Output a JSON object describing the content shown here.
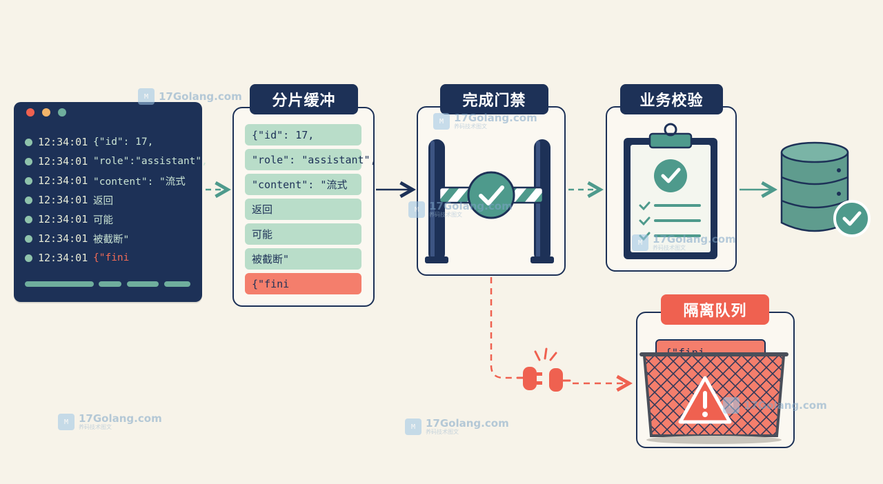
{
  "terminal": {
    "lines": [
      {
        "time": "12:34:01",
        "text": "{\"id\": 17,",
        "error": false
      },
      {
        "time": "12:34:01",
        "text": "\"role\":\"assistant\",",
        "error": false
      },
      {
        "time": "12:34:01",
        "text": "\"content\": \"流式",
        "error": false
      },
      {
        "time": "12:34:01",
        "text": "返回",
        "error": false
      },
      {
        "time": "12:34:01",
        "text": "可能",
        "error": false
      },
      {
        "time": "12:34:01",
        "text": "被截断\"",
        "error": false
      },
      {
        "time": "12:34:01",
        "text": "{\"fini",
        "error": true
      }
    ]
  },
  "stages": {
    "buffer": {
      "title": "分片缓冲"
    },
    "gate": {
      "title": "完成门禁"
    },
    "validate": {
      "title": "业务校验"
    },
    "quarantine": {
      "title": "隔离队列"
    }
  },
  "chunks": [
    {
      "text": "{\"id\": 17,",
      "error": false
    },
    {
      "text": "\"role\": \"assistant\",",
      "error": false
    },
    {
      "text": "\"content\": \"流式",
      "error": false
    },
    {
      "text": "返回",
      "error": false
    },
    {
      "text": "可能",
      "error": false
    },
    {
      "text": "被截断\"",
      "error": false
    },
    {
      "text": "{\"fini",
      "error": true
    }
  ],
  "quarantine_item": "{\"fini",
  "watermark": {
    "brand": "17Golang.com",
    "sub": "养码技术图文",
    "logo_text": "M"
  },
  "colors": {
    "navy": "#1d3157",
    "teal": "#4e9a8c",
    "mint": "#b9ddc9",
    "danger": "#ef6150",
    "background": "#f7f3e9"
  },
  "icons": [
    "check-icon",
    "clipboard-icon",
    "database-icon",
    "plug-icon",
    "warning-icon",
    "gate-icon",
    "basket-icon"
  ]
}
